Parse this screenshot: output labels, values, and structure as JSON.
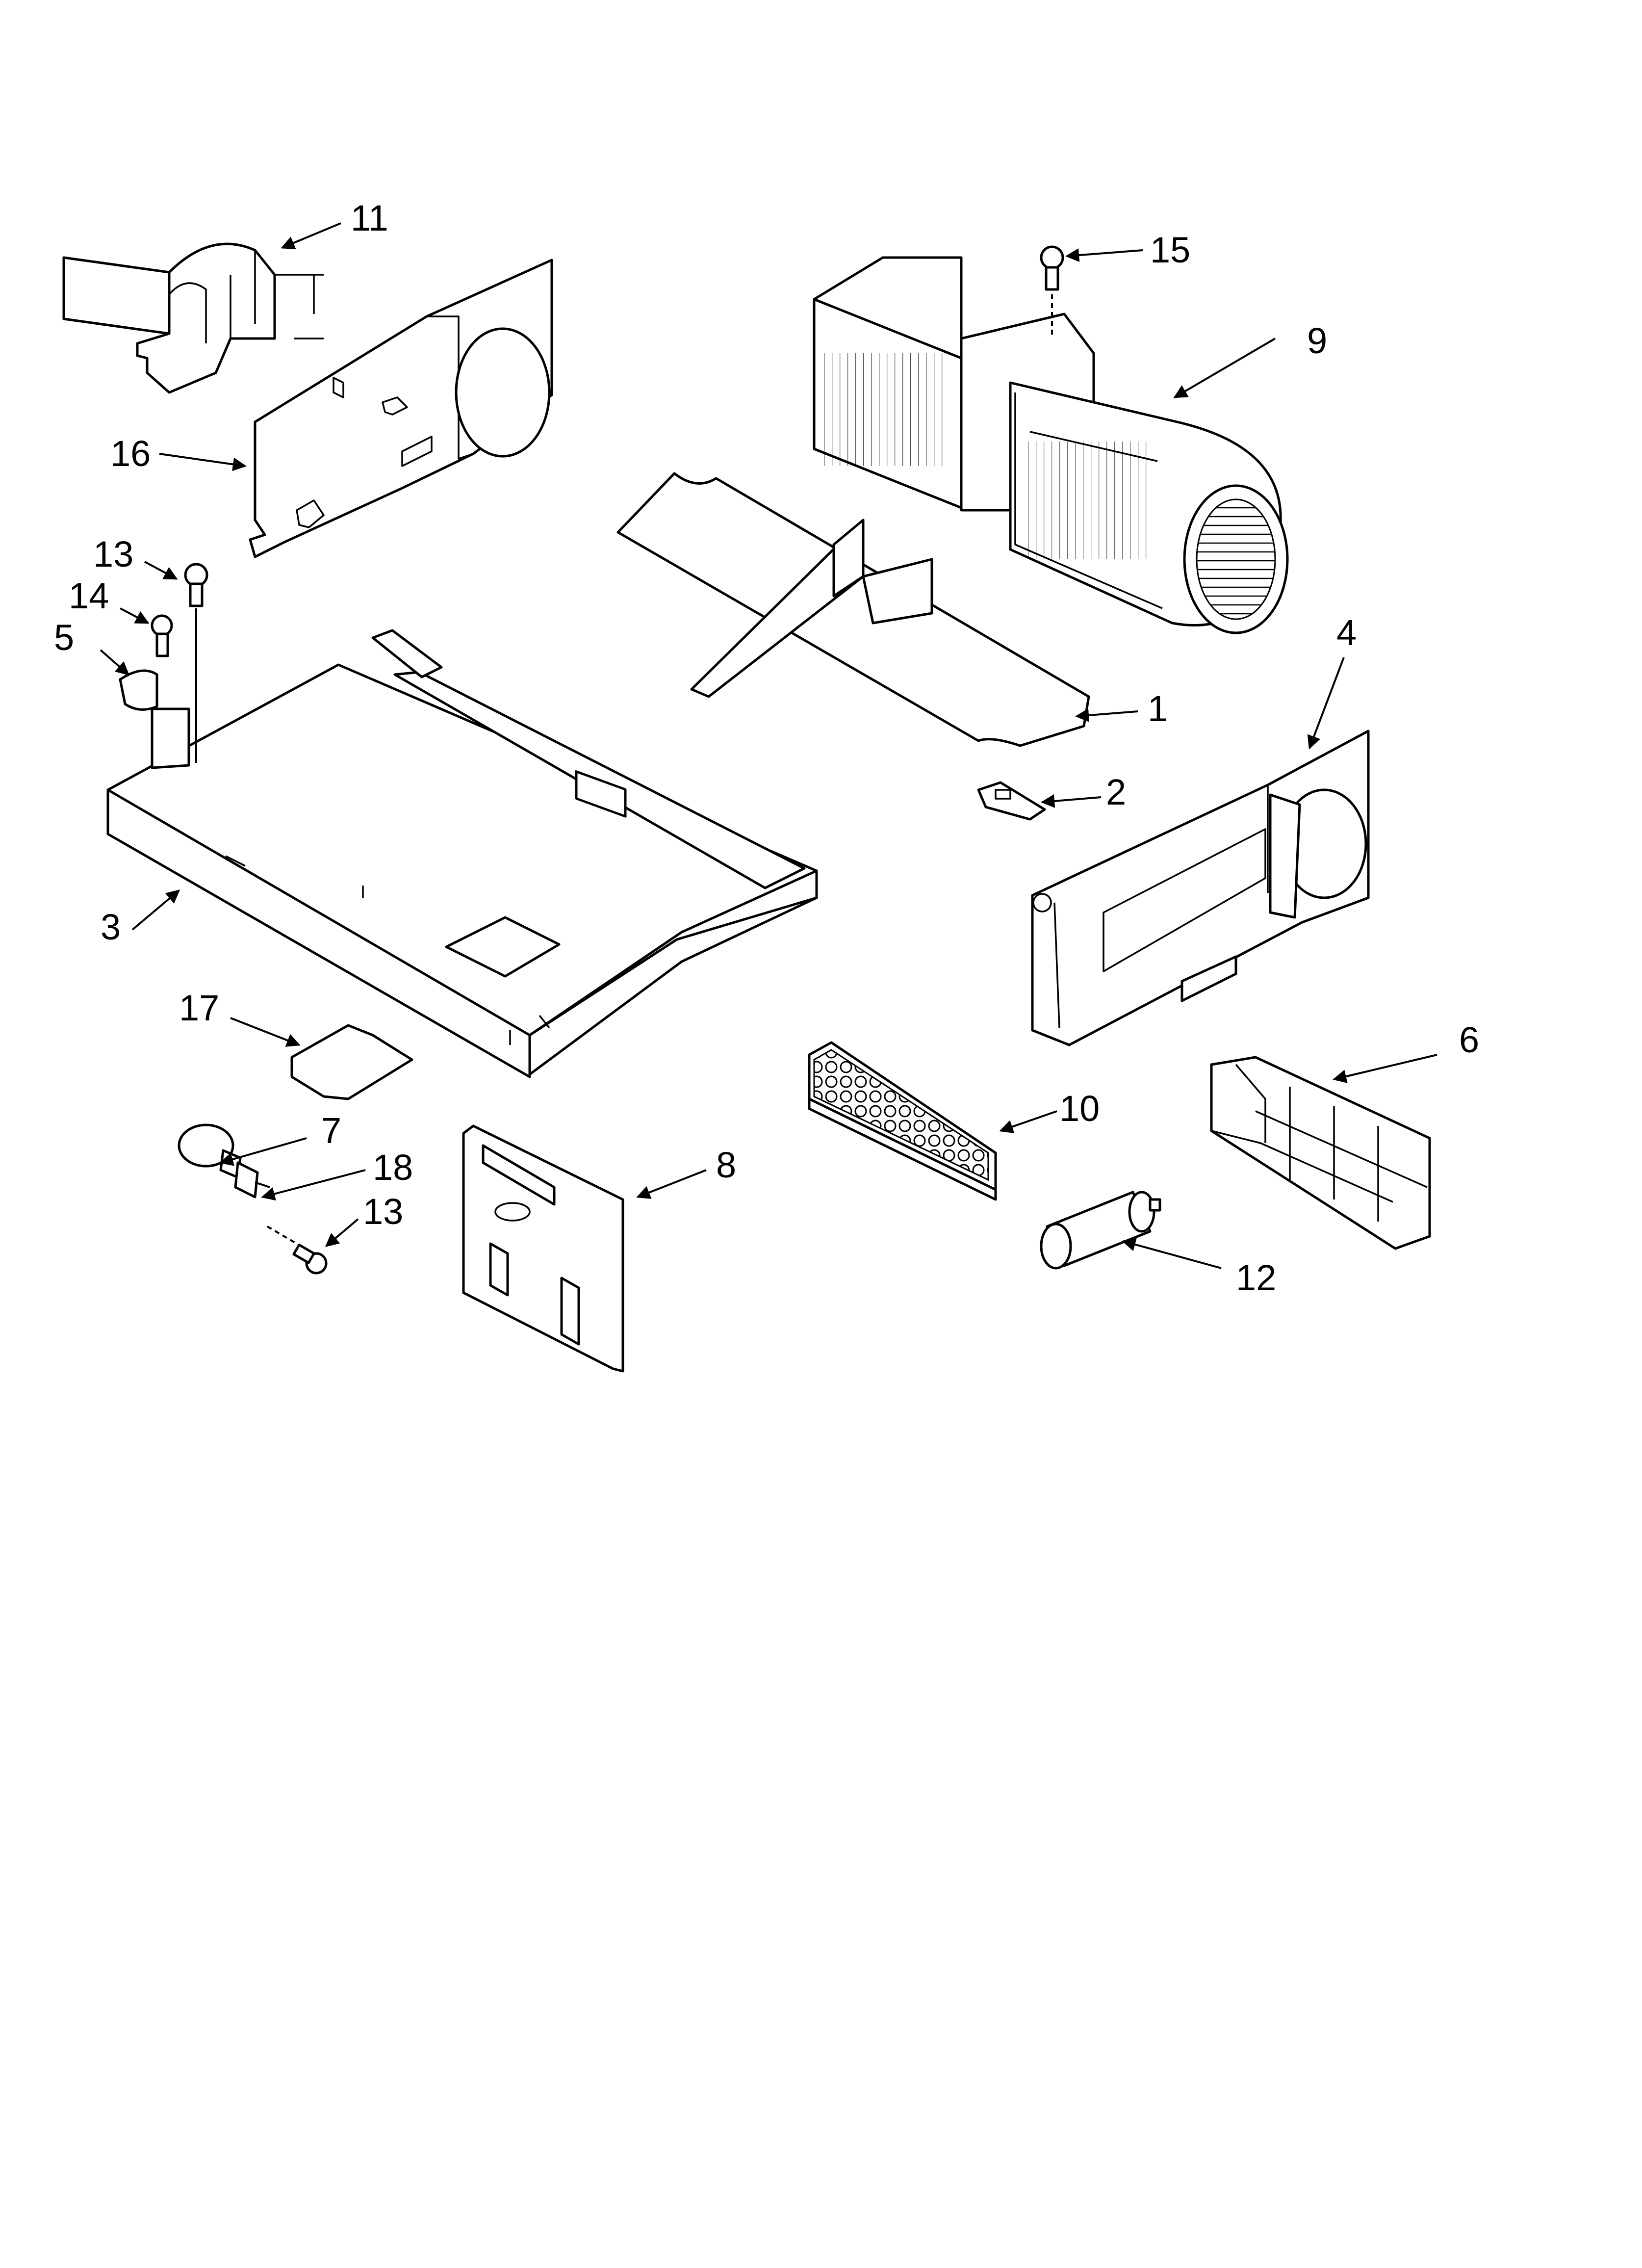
{
  "callouts": [
    {
      "id": "c1",
      "label": "1"
    },
    {
      "id": "c2",
      "label": "2"
    },
    {
      "id": "c3",
      "label": "3"
    },
    {
      "id": "c4",
      "label": "4"
    },
    {
      "id": "c5",
      "label": "5"
    },
    {
      "id": "c6",
      "label": "6"
    },
    {
      "id": "c7",
      "label": "7"
    },
    {
      "id": "c8",
      "label": "8"
    },
    {
      "id": "c9",
      "label": "9"
    },
    {
      "id": "c10",
      "label": "10"
    },
    {
      "id": "c11",
      "label": "11"
    },
    {
      "id": "c12",
      "label": "12"
    },
    {
      "id": "c13a",
      "label": "13"
    },
    {
      "id": "c13b",
      "label": "13"
    },
    {
      "id": "c14",
      "label": "14"
    },
    {
      "id": "c15",
      "label": "15"
    },
    {
      "id": "c16",
      "label": "16"
    },
    {
      "id": "c17",
      "label": "17"
    },
    {
      "id": "c18",
      "label": "18"
    }
  ]
}
